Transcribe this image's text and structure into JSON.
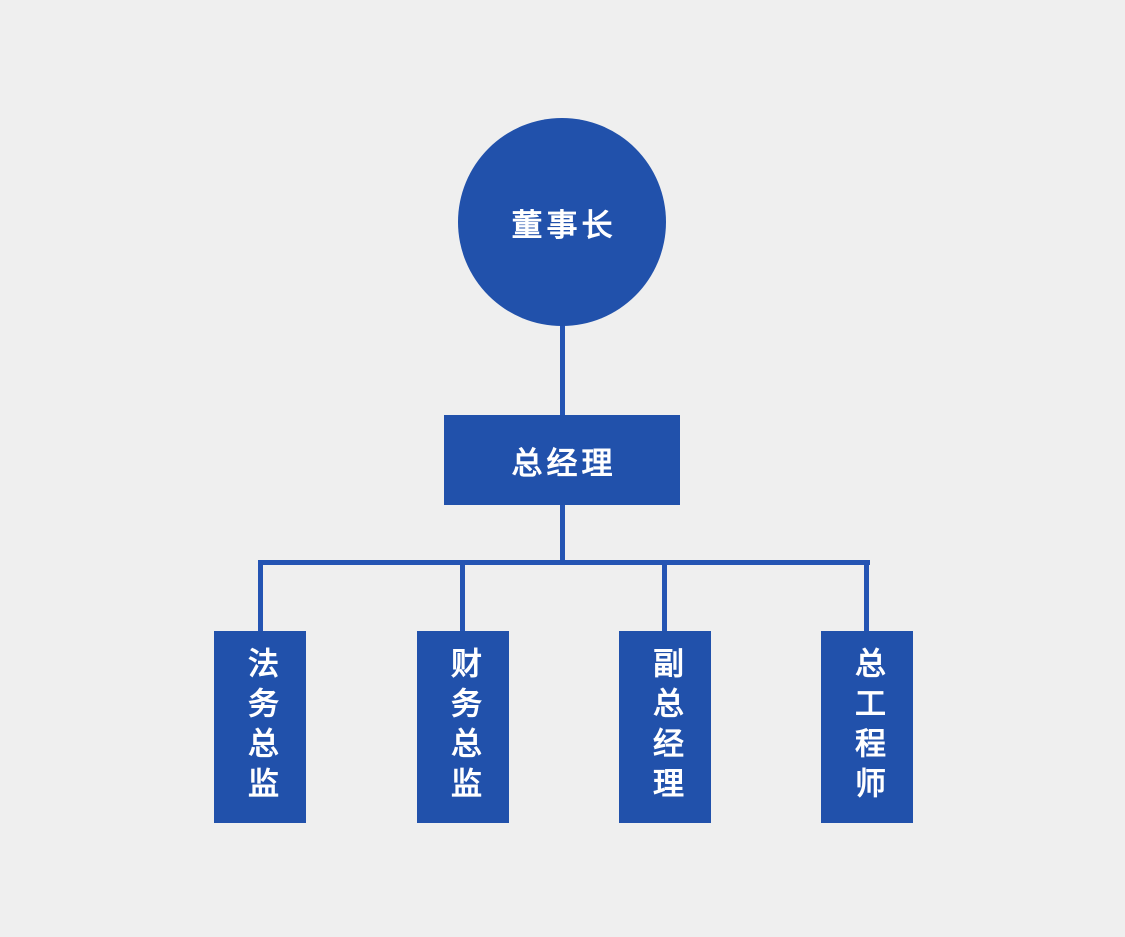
{
  "diagram": {
    "type": "org-chart",
    "root": {
      "label": "董事长",
      "shape": "circle"
    },
    "manager": {
      "label": "总经理",
      "shape": "rectangle"
    },
    "children": [
      {
        "label": "法务总监",
        "shape": "vertical-rectangle"
      },
      {
        "label": "财务总监",
        "shape": "vertical-rectangle"
      },
      {
        "label": "副总经理",
        "shape": "vertical-rectangle"
      },
      {
        "label": "总工程师",
        "shape": "vertical-rectangle"
      }
    ],
    "colors": {
      "background": "#efefef",
      "shape_fill": "#2151ab",
      "connector": "#2454b3",
      "text": "#ffffff"
    }
  }
}
